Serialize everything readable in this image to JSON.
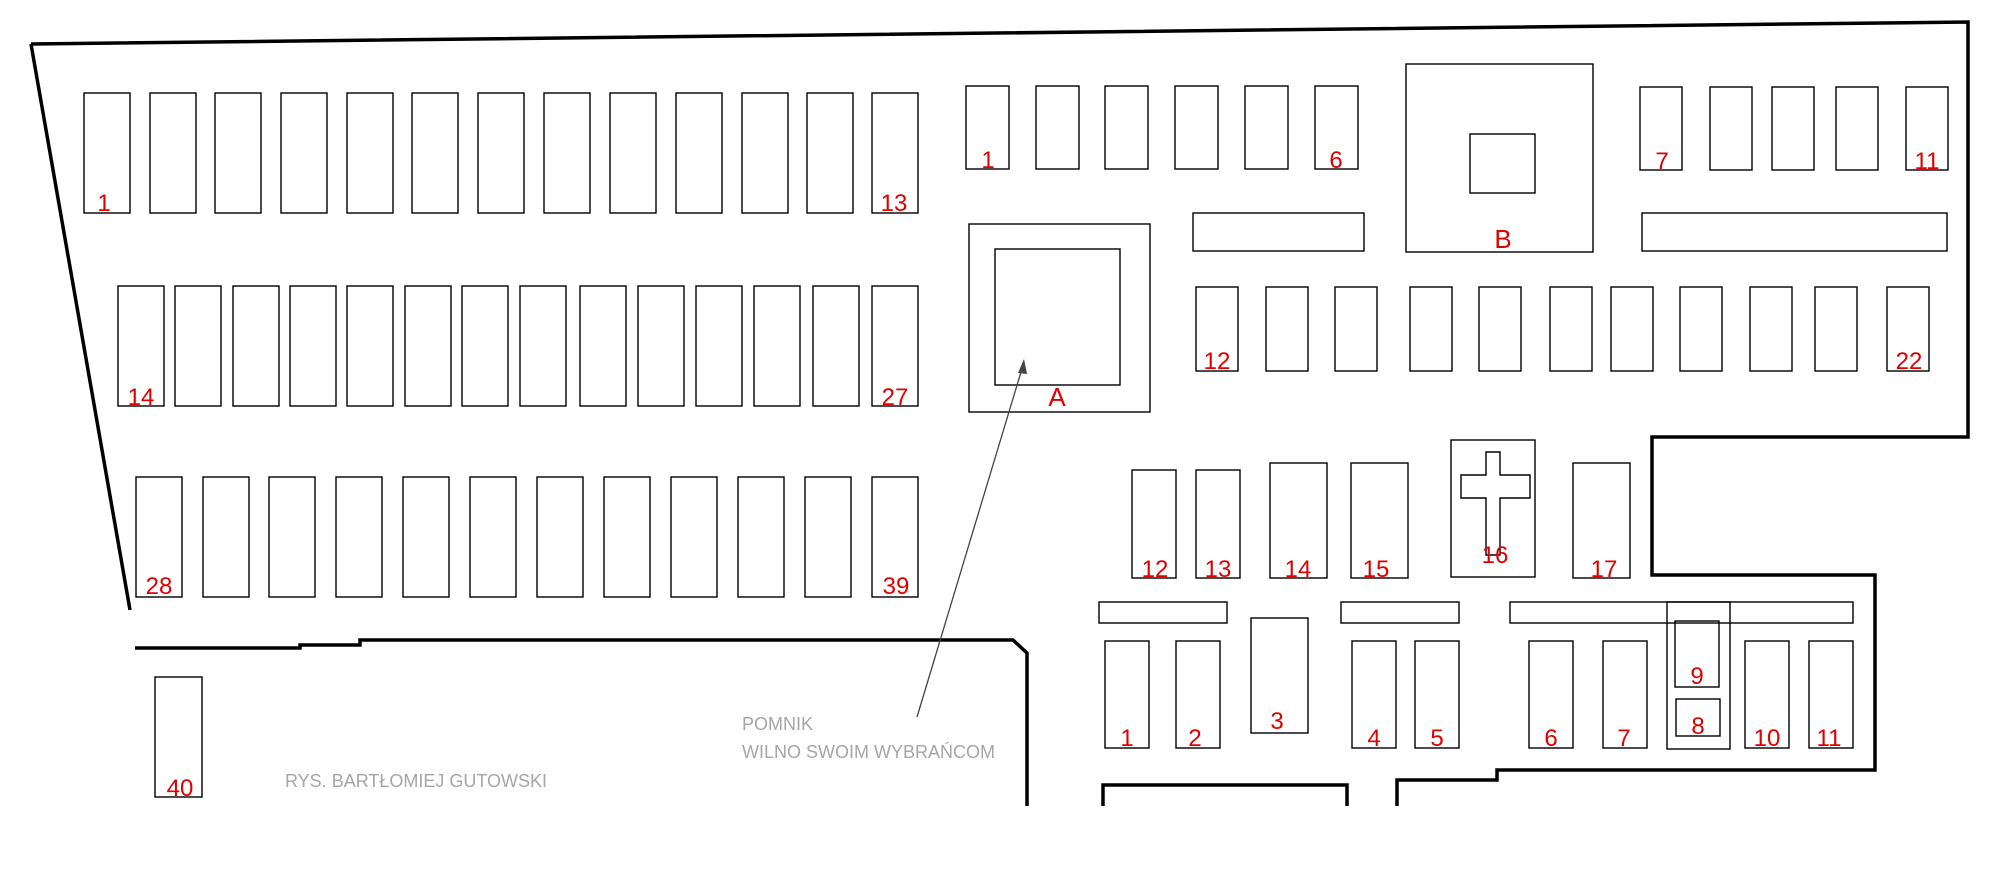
{
  "plan": {
    "grave_numbers": {
      "row1": {
        "first": "1",
        "last": "13"
      },
      "row2": {
        "first": "14",
        "last": "27"
      },
      "row3": {
        "first": "28",
        "last": "39"
      },
      "single": "40",
      "upper_left_row": {
        "first": "1",
        "last": "6"
      },
      "upper_right_row": {
        "first": "7",
        "last": "11"
      },
      "middle_row": {
        "first": "12",
        "last": "22"
      },
      "lower_row": [
        "12",
        "13",
        "14",
        "15",
        "16",
        "17"
      ],
      "bottom_row": [
        "1",
        "2",
        "3",
        "4",
        "5",
        "6",
        "7",
        "9",
        "8",
        "10",
        "11"
      ]
    },
    "markers": {
      "a": "A",
      "b": "B"
    },
    "monument_caption": {
      "line1": "POMNIK",
      "line2": "WILNO SWOIM WYBRAŃCOM"
    },
    "credit": "RYS. BARTŁOMIEJ GUTOWSKI",
    "colors": {
      "numbers": "#e00000",
      "lines": "#000000",
      "notes": "#a6a6a6"
    }
  }
}
